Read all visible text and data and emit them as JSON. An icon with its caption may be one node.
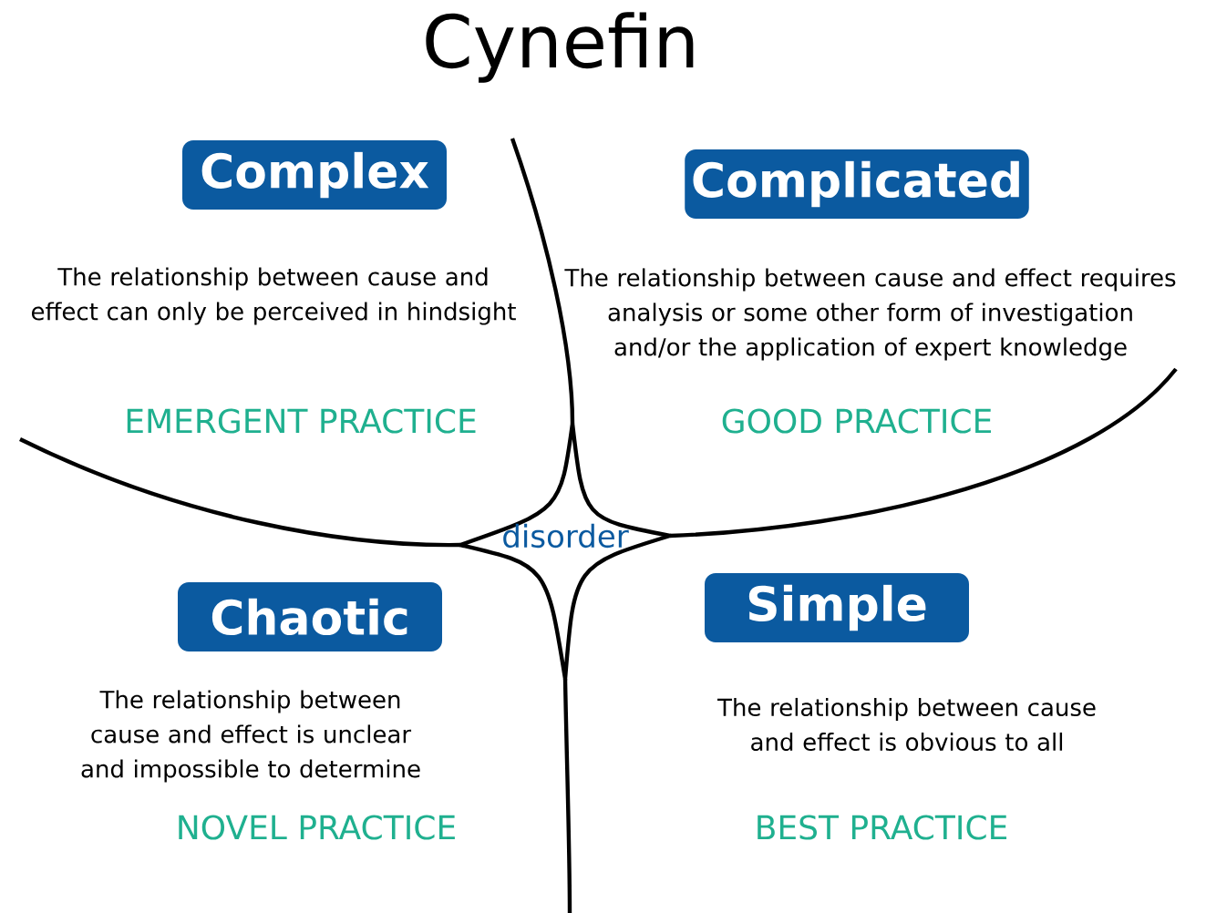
{
  "diagram": {
    "title": "Cynefin",
    "nodes": [
      {
        "text": [
          "Complex"
        ],
        "beside": [
          "The relationship between cause and effect can only be perceived in hindsight"
        ]
      },
      {
        "text": [
          "Complicated"
        ],
        "beside": [
          "The relationship between cause and effect requires analysis or some other form of investigation and/or the application of expert knowledge"
        ]
      },
      {
        "text": [
          "disorder"
        ]
      },
      {
        "text": [
          "Chaotic"
        ],
        "beside": [
          "The relationship between cause and effect is unclear and impossible to determine"
        ]
      },
      {
        "text": [
          "Simple"
        ],
        "beside": [
          "The relationship between cause and effect is obvious to all"
        ]
      }
    ],
    "labels": [
      "EMERGENT PRACTICE",
      "GOOD PRACTICE",
      "NOVEL PRACTICE",
      "BEST PRACTICE"
    ]
  }
}
